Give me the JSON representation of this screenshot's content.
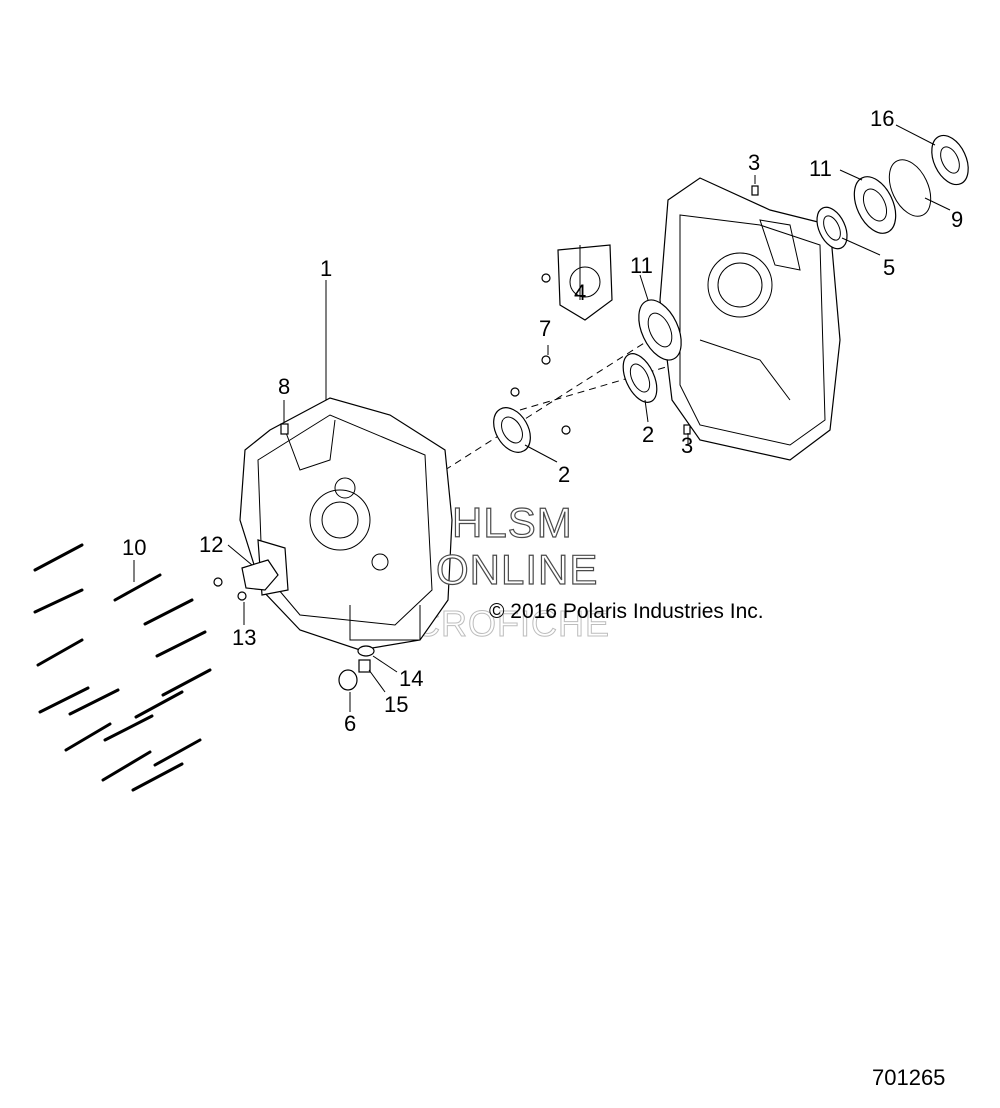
{
  "callouts": {
    "c1": "1",
    "c2a": "2",
    "c2b": "2",
    "c3a": "3",
    "c3b": "3",
    "c4": "4",
    "c5": "5",
    "c6": "6",
    "c7": "7",
    "c8": "8",
    "c9": "9",
    "c10": "10",
    "c11a": "11",
    "c11b": "11",
    "c12": "12",
    "c13": "13",
    "c14": "14",
    "c15": "15",
    "c16": "16"
  },
  "watermark": {
    "line1": "HLSM",
    "line2": "ONLINE",
    "line3": "MICROFICHE"
  },
  "copyright": "© 2016 Polaris Industries Inc.",
  "drawing_number": "701265"
}
